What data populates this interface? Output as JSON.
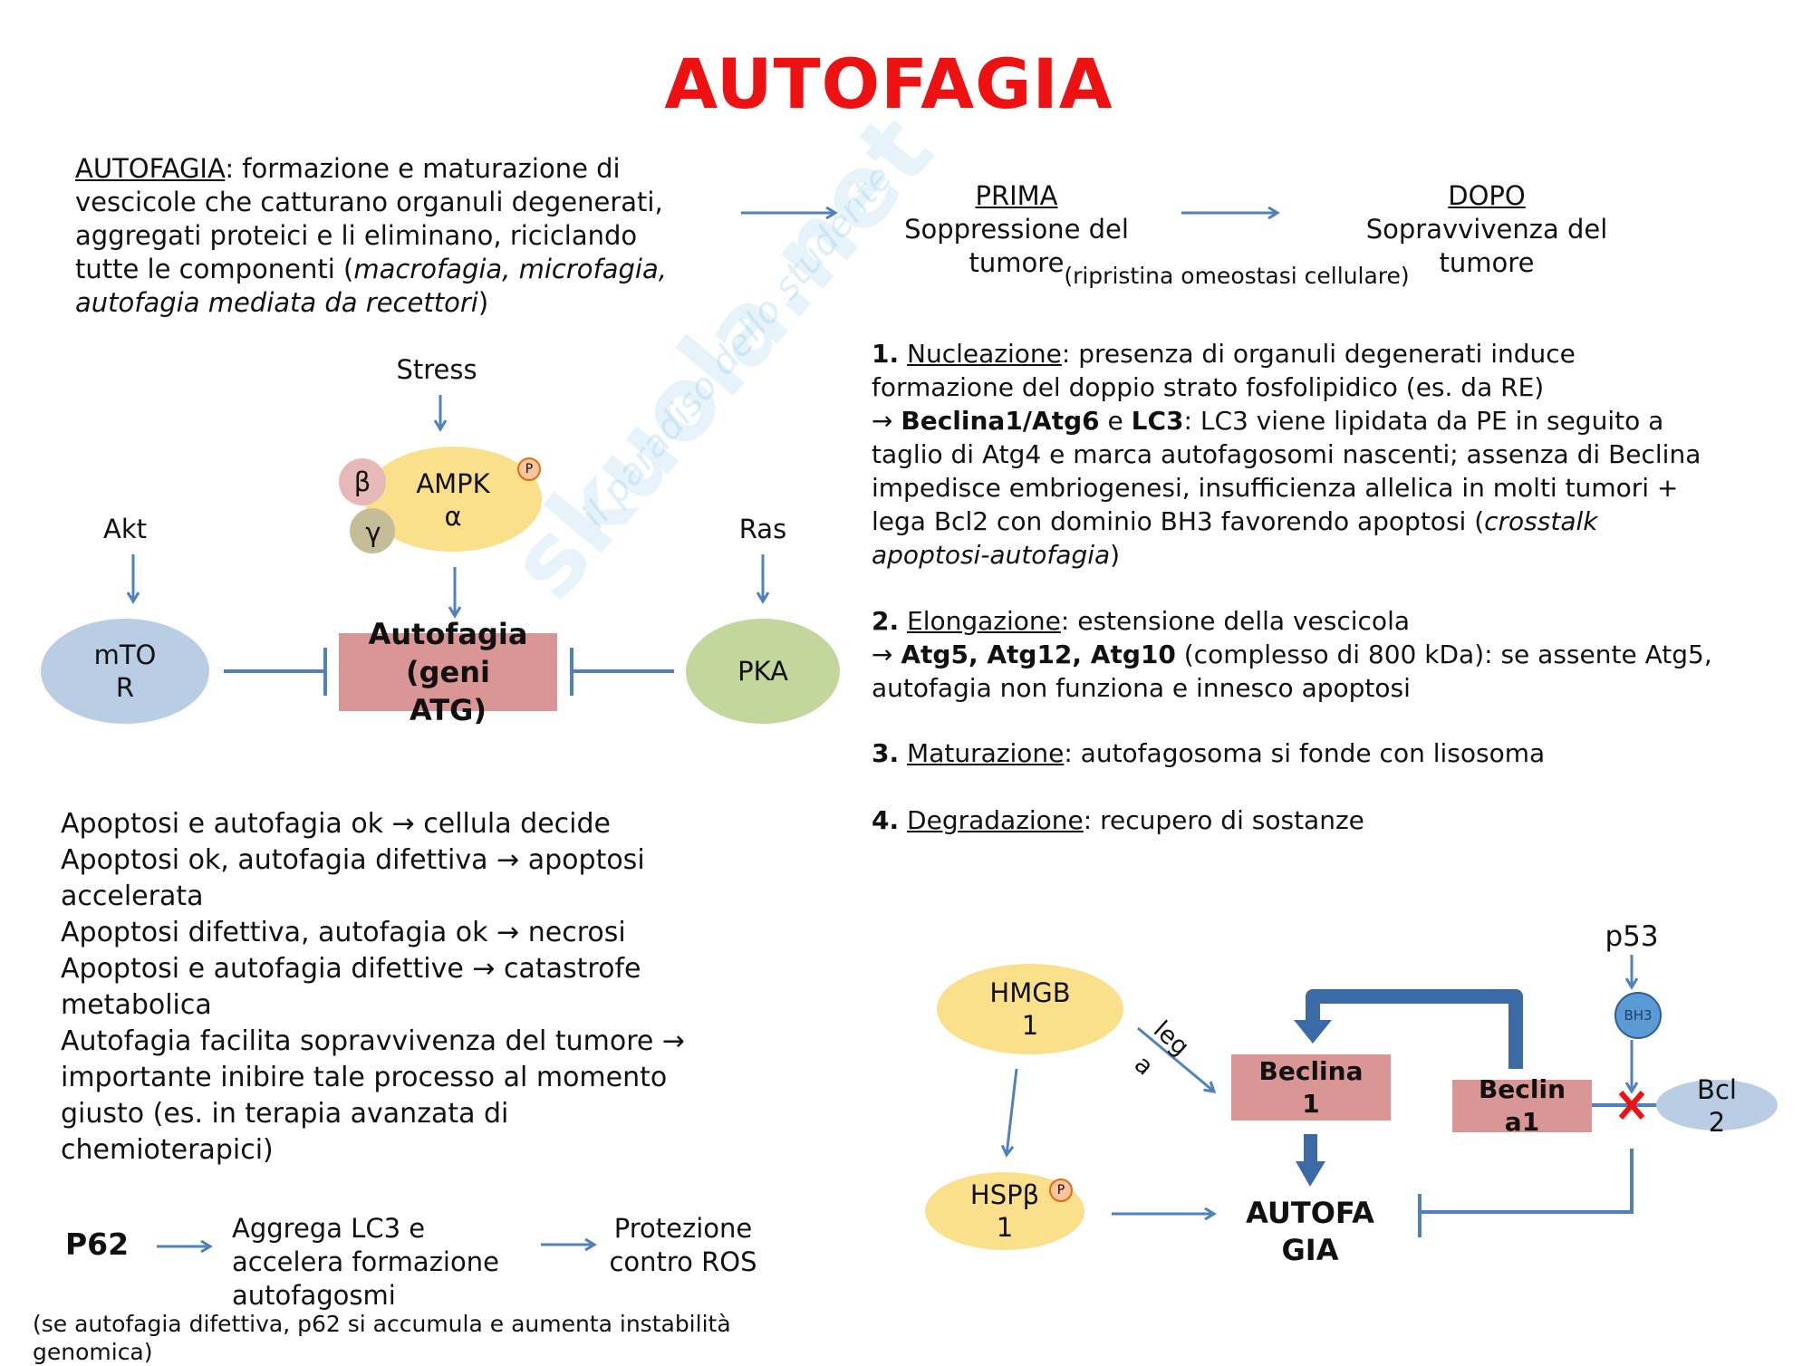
{
  "title": "AUTOFAGIA",
  "watermark": {
    "brand": "skuola.net",
    "tagline": "il paradiso dello studente"
  },
  "intro": {
    "term": "AUTOFAGIA",
    "l1": ": formazione e maturazione di",
    "l2": "vescicole che catturano organuli degenerati,",
    "l3": "aggregati proteici e li eliminano, riciclando",
    "l4a": "tutte le componenti (",
    "l4b": "macrofagia, microfagia,",
    "l5a": "autofagia mediata da recettori",
    "l5b": ")"
  },
  "timeline": {
    "before_label": "PRIMA",
    "before_text": [
      "Soppressione del",
      "tumore"
    ],
    "note": "(ripristina omeostasi cellulare)",
    "after_label": "DOPO",
    "after_text": [
      "Sopravvivenza del",
      "tumore"
    ]
  },
  "steps": {
    "s1": {
      "num": "1.",
      "name": "Nucleazione",
      "l1": ": presenza di organuli degenerati induce",
      "l2": "formazione del doppio strato fosfolipidico (es. da RE)",
      "l3a": "→ ",
      "l3b": "Beclina1/Atg6",
      "l3c": " e ",
      "l3d": "LC3",
      "l3e": ": LC3 viene lipidata da PE in seguito a",
      "l4": "taglio di Atg4 e marca autofagosomi nascenti; assenza di Beclina",
      "l5": "impedisce embriogenesi, insufficienza allelica in molti tumori +",
      "l6a": "lega Bcl2 con dominio BH3 favorendo apoptosi (",
      "l6b": "crosstalk",
      "l7a": "apoptosi-autofagia",
      "l7b": ")"
    },
    "s2": {
      "num": "2.",
      "name": "Elongazione",
      "l1": ": estensione della vescicola",
      "l2a": "→ ",
      "l2b": "Atg5, Atg12, Atg10",
      "l2c": " (complesso di 800 kDa): se assente Atg5,",
      "l3": "autofagia non funziona e innesco apoptosi"
    },
    "s3": {
      "num": "3.",
      "name": "Maturazione",
      "rest": ": autofagosoma si fonde con lisosoma"
    },
    "s4": {
      "num": "4.",
      "name": "Degradazione",
      "rest": ": recupero di sostanze"
    }
  },
  "pathway": {
    "stress": "Stress",
    "ampk": [
      "AMPK",
      "α"
    ],
    "beta": "β",
    "gamma": "γ",
    "phospho": "P",
    "akt": "Akt",
    "ras": "Ras",
    "mtor": [
      "mTO",
      "R"
    ],
    "autofagia": [
      "Autofagia",
      "(geni",
      "ATG)"
    ],
    "pka": "PKA"
  },
  "outcomes": [
    "Apoptosi e autofagia ok → cellula decide",
    "Apoptosi ok, autofagia difettiva → apoptosi",
    "accelerata",
    "Apoptosi difettiva, autofagia ok → necrosi",
    "Apoptosi e autofagia difettive → catastrofe",
    "metabolica",
    "Autofagia facilita sopravvivenza del tumore →",
    "importante inibire tale processo al momento",
    "giusto (es. in terapia avanzata di",
    "chemioterapici)"
  ],
  "p62": {
    "label": "P62",
    "effect": [
      "Aggrega LC3 e",
      "accelera formazione",
      "autofagosmi"
    ],
    "result": [
      "Protezione",
      "contro ROS"
    ],
    "note": [
      "(se autofagia difettiva, p62 si accumula e aumenta instabilità",
      "genomica)"
    ]
  },
  "beclin_diagram": {
    "p53": "p53",
    "bh3": "BH3",
    "hmgb": [
      "HMGB",
      "1"
    ],
    "lega": [
      "leg",
      "a"
    ],
    "hsp": [
      "HSPβ",
      "1"
    ],
    "phospho": "P",
    "beclina1": [
      "Beclina",
      "1"
    ],
    "beclina1_bound": [
      "Beclin",
      "a1"
    ],
    "bcl2": [
      "Bcl",
      "2"
    ],
    "autofagia": [
      "AUTOFA",
      "GIA"
    ]
  },
  "colors": {
    "title": "#ee1111",
    "arrow": "#4f81bd",
    "yellow": "#fbe08c",
    "blue_node": "#b9cde5",
    "green_node": "#c3d69b",
    "pink_box": "#d99694",
    "beta": "#e6b9b8",
    "gamma": "#c4bd97"
  }
}
